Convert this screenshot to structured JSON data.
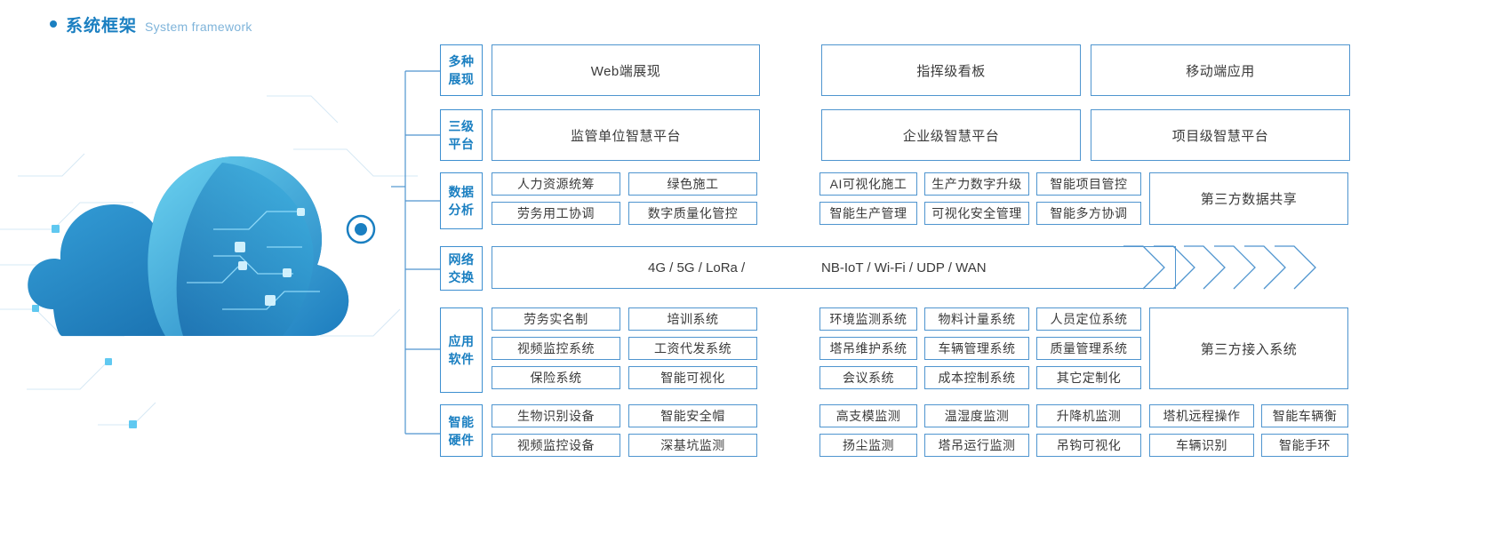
{
  "heading": {
    "title_cn": "系统框架",
    "title_en": "System framework",
    "bullet_icon": "bullet-dot-icon",
    "accent_color": "#1a7fc1"
  },
  "artwork": {
    "name": "cloud-network-illustration",
    "node_icon": "network-node-icon",
    "colors": {
      "cloud_dark": "#1464a5",
      "cloud_mid": "#2a8fd0",
      "cloud_light": "#57c6e8",
      "line": "#bcd9ee"
    }
  },
  "colors": {
    "border": "#4f95cf",
    "label_border": "#3d8fd0",
    "label_text": "#1a7fc1",
    "cell_text": "#3a3a3a"
  },
  "rows": [
    {
      "key": "display",
      "label_lines": [
        "多种",
        "展现"
      ],
      "cells": [
        {
          "text": "Web端展现"
        },
        {
          "text": "指挥级看板"
        },
        {
          "text": "移动端应用"
        }
      ]
    },
    {
      "key": "platform",
      "label_lines": [
        "三级",
        "平台"
      ],
      "cells": [
        {
          "text": "监管单位智慧平台"
        },
        {
          "text": "企业级智慧平台"
        },
        {
          "text": "项目级智慧平台"
        }
      ]
    },
    {
      "key": "data-analysis",
      "label_lines": [
        "数据",
        "分析"
      ],
      "left_grid": [
        [
          "人力资源统筹",
          "绿色施工"
        ],
        [
          "劳务用工协调",
          "数字质量化管控"
        ]
      ],
      "right_grid": [
        [
          "AI可视化施工",
          "生产力数字升级",
          "智能项目管控"
        ],
        [
          "智能生产管理",
          "可视化安全管理",
          "智能多方协调"
        ]
      ],
      "tail": "第三方数据共享"
    },
    {
      "key": "network",
      "label_lines": [
        "网络",
        "交换"
      ],
      "text_1": "4G / 5G / LoRa /",
      "text_2": "NB-IoT / Wi-Fi / UDP / WAN",
      "chevron_count": 6
    },
    {
      "key": "application-software",
      "label_lines": [
        "应用",
        "软件"
      ],
      "left_grid": [
        [
          "劳务实名制",
          "培训系统"
        ],
        [
          "视频监控系统",
          "工资代发系统"
        ],
        [
          "保险系统",
          "智能可视化"
        ]
      ],
      "right_grid": [
        [
          "环境监测系统",
          "物料计量系统",
          "人员定位系统"
        ],
        [
          "塔吊维护系统",
          "车辆管理系统",
          "质量管理系统"
        ],
        [
          "会议系统",
          "成本控制系统",
          "其它定制化"
        ]
      ],
      "tail": "第三方接入系统"
    },
    {
      "key": "smart-hardware",
      "label_lines": [
        "智能",
        "硬件"
      ],
      "left_grid": [
        [
          "生物识别设备",
          "智能安全帽"
        ],
        [
          "视频监控设备",
          "深基坑监测"
        ]
      ],
      "right_grid": [
        [
          "高支模监测",
          "温湿度监测",
          "升降机监测"
        ],
        [
          "扬尘监测",
          "塔吊运行监测",
          "吊钩可视化"
        ]
      ],
      "far_grid": [
        [
          "塔机远程操作",
          "智能车辆衡"
        ],
        [
          "车辆识别",
          "智能手环"
        ]
      ]
    }
  ]
}
